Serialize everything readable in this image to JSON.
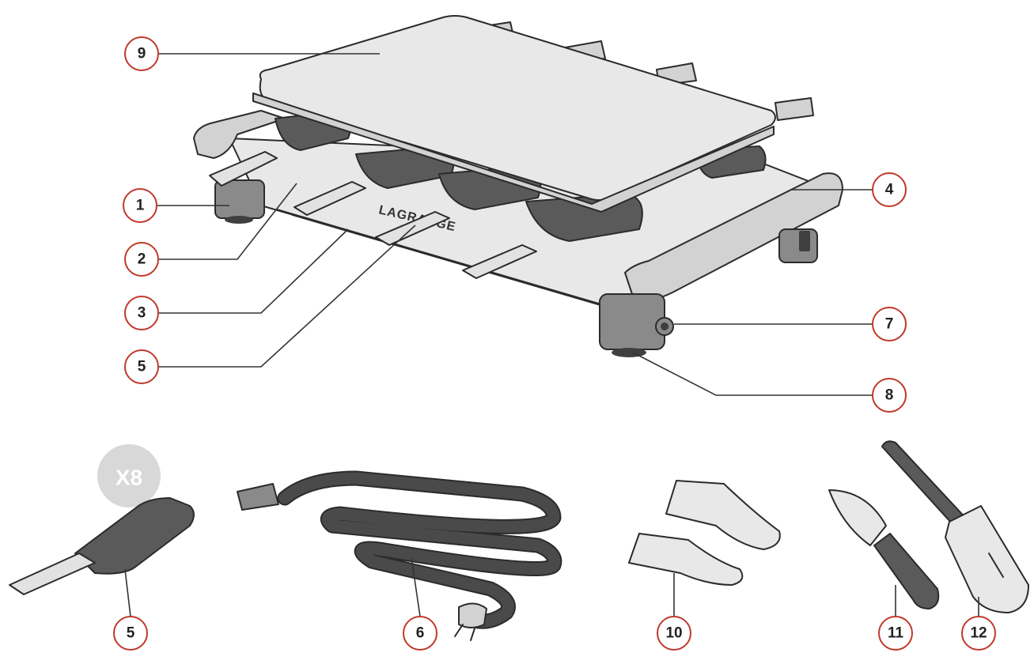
{
  "appliance": {
    "brand_text": "LAGRANGE"
  },
  "accessories": {
    "quantity_badge": "X8"
  },
  "callouts": [
    {
      "label": "9"
    },
    {
      "label": "1"
    },
    {
      "label": "2"
    },
    {
      "label": "3"
    },
    {
      "label": "5"
    },
    {
      "label": "4"
    },
    {
      "label": "7"
    },
    {
      "label": "8"
    },
    {
      "label": "5"
    },
    {
      "label": "6"
    },
    {
      "label": "10"
    },
    {
      "label": "11"
    },
    {
      "label": "12"
    }
  ]
}
